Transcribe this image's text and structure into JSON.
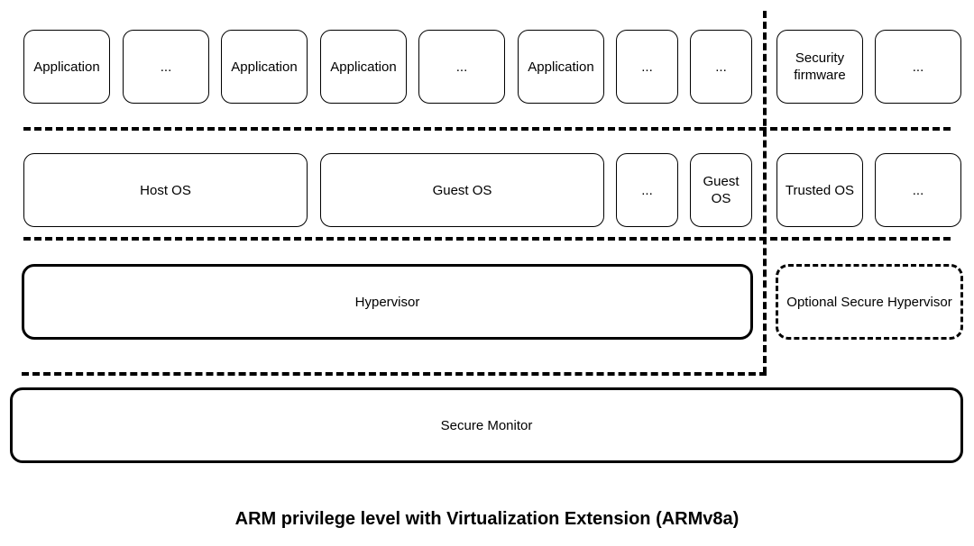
{
  "apps_row": [
    {
      "label": "Application"
    },
    {
      "label": "..."
    },
    {
      "label": "Application"
    },
    {
      "label": "Application"
    },
    {
      "label": "..."
    },
    {
      "label": "Application"
    },
    {
      "label": "..."
    },
    {
      "label": "..."
    },
    {
      "label": "Security\nfirmware"
    },
    {
      "label": "..."
    }
  ],
  "os_row": [
    {
      "label": "Host OS"
    },
    {
      "label": "Guest OS"
    },
    {
      "label": "..."
    },
    {
      "label": "Guest\nOS"
    },
    {
      "label": "Trusted OS"
    },
    {
      "label": "..."
    }
  ],
  "hypervisor": {
    "label": "Hypervisor"
  },
  "secure_hypervisor": {
    "label": "Optional Secure Hypervisor"
  },
  "secure_monitor": {
    "label": "Secure Monitor"
  },
  "caption": "ARM privilege level with Virtualization Extension (ARMv8a)"
}
